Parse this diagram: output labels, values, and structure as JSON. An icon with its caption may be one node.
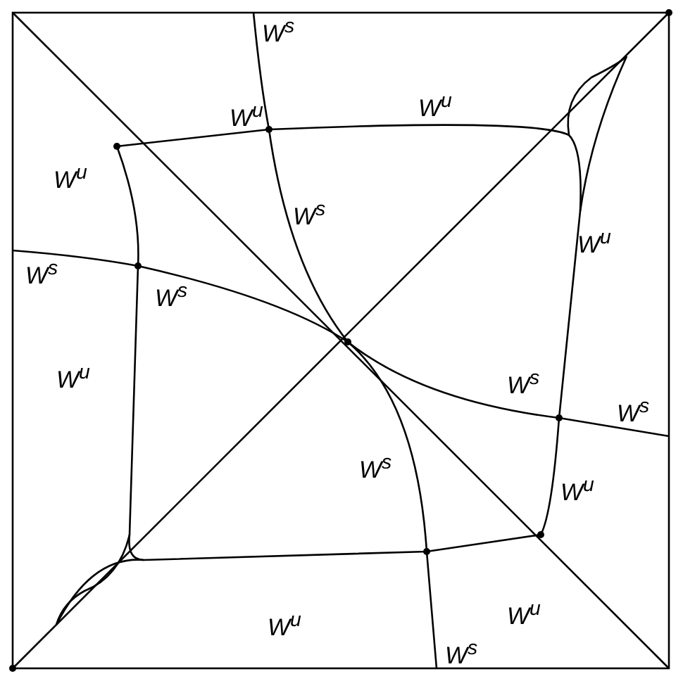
{
  "diagram": {
    "labels": [
      "W$^{s}$",
      "W$^{u}$",
      "W$^{u}$",
      "W$^{u}$",
      "W$^{s}$",
      "W$^{u}$",
      "W$^{s}$",
      "W$^{s}$",
      "W$^{u}$",
      "W$^{s}$",
      "W$^{s}$",
      "W$^{s}$",
      "W$^{u}$",
      "W$^{u}$",
      "W$^{u}$",
      "W$^{s}$"
    ]
  }
}
